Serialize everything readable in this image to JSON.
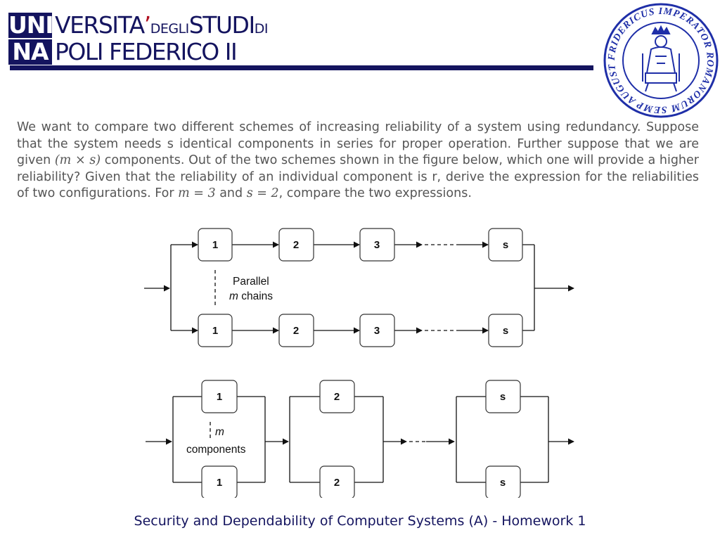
{
  "header": {
    "logo": {
      "line1_box": "UNI",
      "line1_text": "VERSITA",
      "line1_small": "DEGLI",
      "line1_text2": "STUDI",
      "line1_small2": "DI",
      "line2_box": "NA",
      "line2_text": "POLI FEDERICO II"
    },
    "seal_text": "FRIDERICUS IMPERATOR ROMANORUM SEMP AUGUST"
  },
  "problem": {
    "t1": "We want to compare two different schemes of increasing reliability of a system using redundancy. Suppose that the system needs s identical components in series for proper operation. Further suppose that we are given ",
    "m1": "(m × s)",
    "t2": " components. Out of the two schemes shown in the figure below, which one will provide a higher reliability? Given that the reliability of an individual component is r, derive the expression for the reliabilities of two configurations. For ",
    "m2": "m = 3",
    "t3": " and ",
    "m3": "s = 2",
    "t4": ", compare the two expressions."
  },
  "figure_top": {
    "boxes_row": [
      "1",
      "2",
      "3",
      "s"
    ],
    "note_line1": "Parallel",
    "note_line2_it": "m",
    "note_line2": " chains"
  },
  "figure_bottom": {
    "stages": [
      "1",
      "2",
      "s"
    ],
    "note_line1_it": "m",
    "note_line2": "components"
  },
  "footer": {
    "title": "Security and Dependability of Computer Systems (A) - Homework 1"
  },
  "colors": {
    "brand_navy": "#14145f",
    "body_text": "#555555"
  }
}
